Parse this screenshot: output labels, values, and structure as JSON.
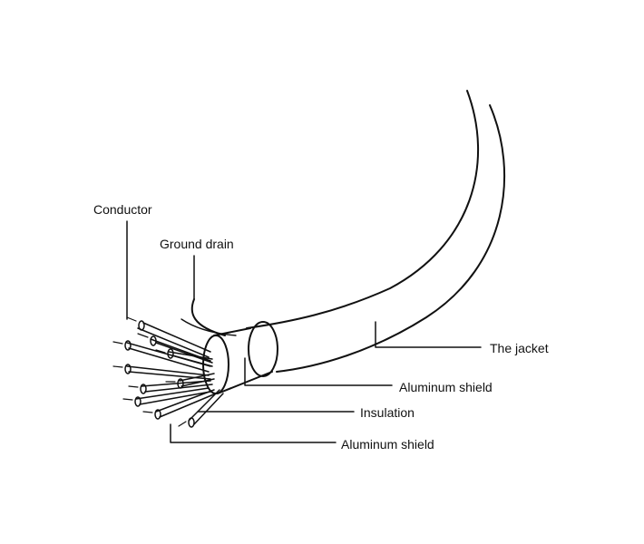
{
  "diagram": {
    "labels": {
      "conductor": "Conductor",
      "ground_drain": "Ground drain",
      "jacket": "The jacket",
      "aluminum_shield_outer": "Aluminum shield",
      "insulation": "Insulation",
      "aluminum_shield_inner": "Aluminum shield"
    },
    "colors": {
      "line": "#111111",
      "background": "#ffffff"
    }
  }
}
